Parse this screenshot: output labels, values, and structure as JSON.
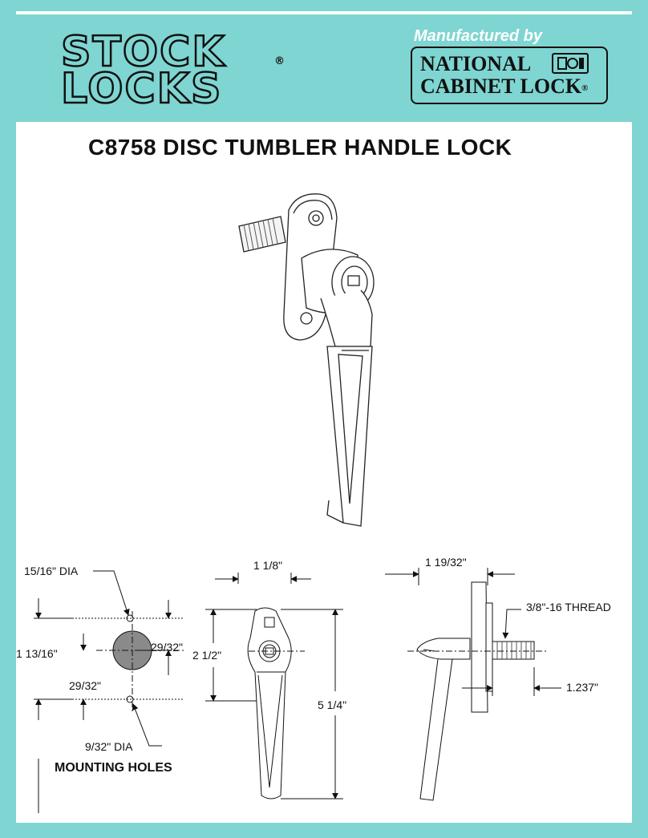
{
  "header": {
    "brand_line1": "STOCK",
    "brand_line2": "LOCKS",
    "brand_reg": "®",
    "manufactured_by": "Manufactured by",
    "ncl_line1": "NATIONAL",
    "ncl_line2": "CABINET LOCK",
    "ncl_reg": "®"
  },
  "document": {
    "title": "C8758 DISC TUMBLER HANDLE LOCK"
  },
  "drawing": {
    "hole_top_dia": "15/16\" DIA",
    "overall_height_holes": "1 13/16\"",
    "offset_upper": "29/32\"",
    "offset_lower": "29/32\"",
    "hole_small_dia": "9/32\" DIA",
    "mounting_holes_caption": "MOUNTING HOLES",
    "front_width": "1 1/8\"",
    "front_escutcheon_height": "2 1/2\"",
    "front_total_height": "5 1/4\"",
    "side_width": "1 19/32\"",
    "thread": "3/8\"-16 THREAD",
    "thread_length": "1.237\""
  },
  "colors": {
    "background": "#7fd5d1",
    "sheet": "#ffffff",
    "ink": "#111111"
  }
}
